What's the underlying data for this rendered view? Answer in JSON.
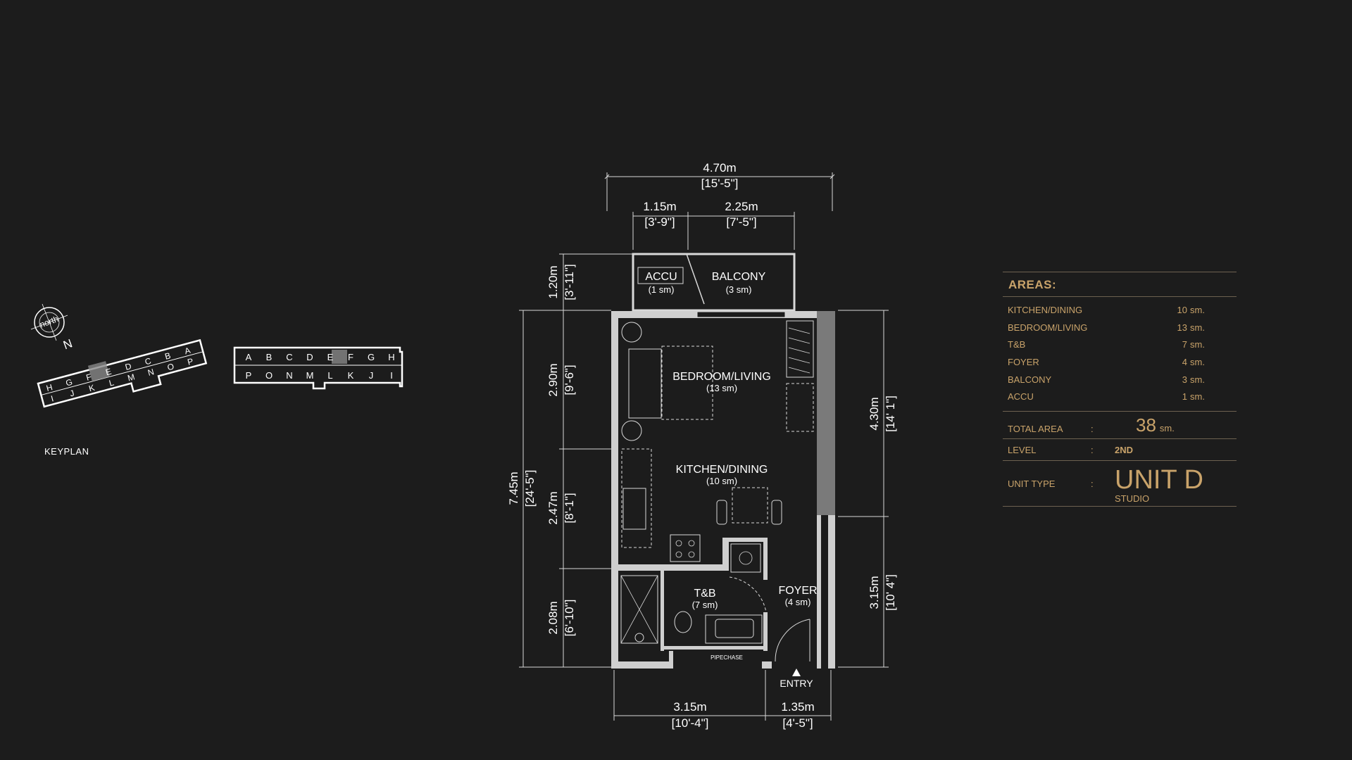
{
  "keyplan": {
    "label": "KEYPLAN",
    "compass": {
      "label": "north",
      "direction": "N"
    },
    "left_block": {
      "top": [
        "H",
        "G",
        "F",
        "E",
        "D",
        "C",
        "B",
        "A"
      ],
      "bottom": [
        "I",
        "J",
        "K",
        "L",
        "M",
        "N",
        "O",
        "P"
      ],
      "highlight": "E"
    },
    "right_block": {
      "top": [
        "A",
        "B",
        "C",
        "D",
        "E",
        "F",
        "G",
        "H"
      ],
      "bottom": [
        "P",
        "O",
        "N",
        "M",
        "L",
        "K",
        "J",
        "I"
      ],
      "highlight": "E"
    }
  },
  "plan": {
    "rooms": [
      {
        "name": "ACCU",
        "area": "(1 sm)"
      },
      {
        "name": "BALCONY",
        "area": "(3 sm)"
      },
      {
        "name": "BEDROOM/LIVING",
        "area": "(13 sm)"
      },
      {
        "name": "KITCHEN/DINING",
        "area": "(10 sm)"
      },
      {
        "name": "T&B",
        "area": "(7 sm)"
      },
      {
        "name": "FOYER",
        "area": "(4 sm)"
      }
    ],
    "entry": "ENTRY",
    "pipechase": "PIPECHASE",
    "dims": {
      "total_width": {
        "m": "4.70m",
        "ft": "[15'-5\"]"
      },
      "accu_width": {
        "m": "1.15m",
        "ft": "[3'-9\"]"
      },
      "balcony_width": {
        "m": "2.25m",
        "ft": "[7'-5\"]"
      },
      "balcony_depth": {
        "m": "1.20m",
        "ft": "[3'-11\"]"
      },
      "bedroom_depth": {
        "m": "2.90m",
        "ft": "[9'-6\"]"
      },
      "kitchen_depth": {
        "m": "2.47m",
        "ft": "[8'-1\"]"
      },
      "tb_depth": {
        "m": "2.08m",
        "ft": "[6'-10\"]"
      },
      "total_depth": {
        "m": "7.45m",
        "ft": "[24'-5\"]"
      },
      "right_upper": {
        "m": "4.30m",
        "ft": "[14' 1\"]"
      },
      "right_lower": {
        "m": "3.15m",
        "ft": "[10' 4\"]"
      },
      "bottom_left": {
        "m": "3.15m",
        "ft": "[10'-4\"]"
      },
      "bottom_right": {
        "m": "1.35m",
        "ft": "[4'-5\"]"
      }
    }
  },
  "areas": {
    "title": "AREAS:",
    "items": [
      {
        "name": "KITCHEN/DINING",
        "value": "10",
        "unit": "sm."
      },
      {
        "name": "BEDROOM/LIVING",
        "value": "13",
        "unit": "sm."
      },
      {
        "name": "T&B",
        "value": "7",
        "unit": "sm."
      },
      {
        "name": "FOYER",
        "value": "4",
        "unit": "sm."
      },
      {
        "name": "BALCONY",
        "value": "3",
        "unit": "sm."
      },
      {
        "name": "ACCU",
        "value": "1",
        "unit": "sm."
      }
    ],
    "total_label": "TOTAL AREA",
    "total_value": "38",
    "total_unit": "sm.",
    "level_label": "LEVEL",
    "level_value": "2ND",
    "unit_type_label": "UNIT TYPE",
    "unit_type_value": "UNIT D",
    "unit_type_sub": "STUDIO",
    "colon": ":"
  },
  "colors": {
    "background": "#1c1c1c",
    "accent": "#c9a36a",
    "wall": "#cfcfcf",
    "line": "#d8d8d8"
  }
}
